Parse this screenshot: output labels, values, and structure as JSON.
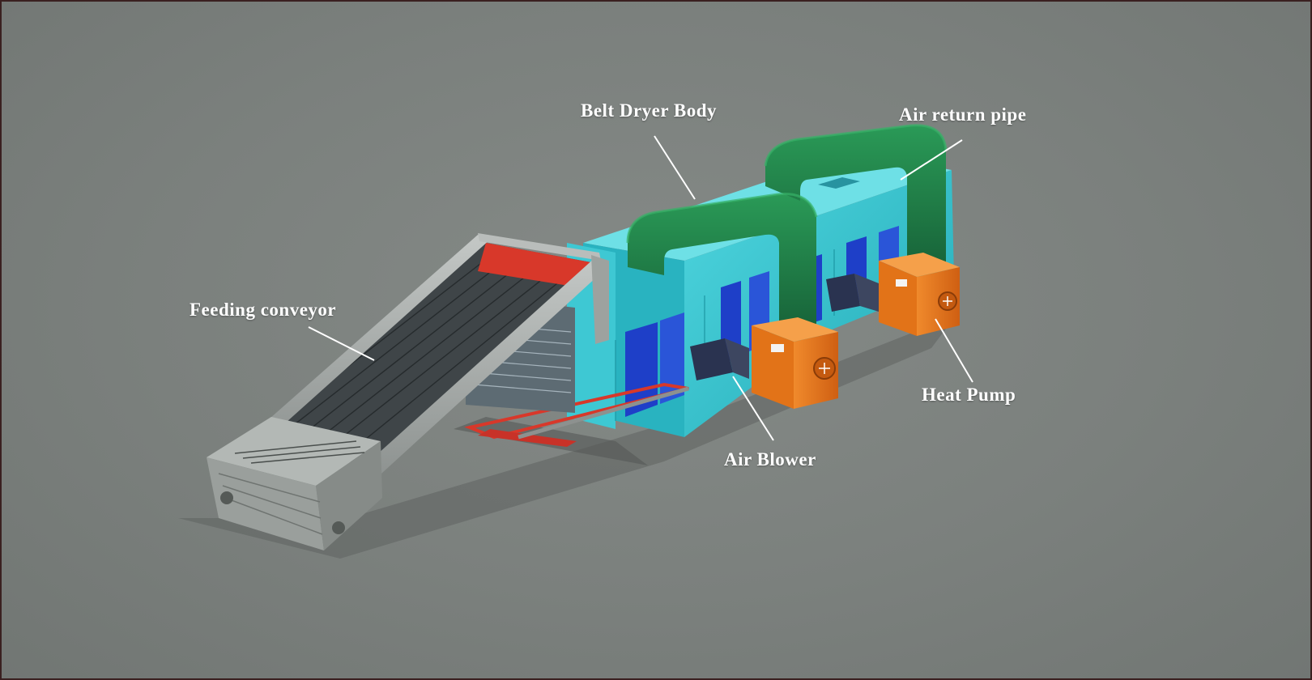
{
  "labels": {
    "belt_dryer_body": "Belt Dryer Body",
    "air_return_pipe": "Air return pipe",
    "feeding_conveyor": "Feeding conveyor",
    "heat_pump": "Heat Pump",
    "air_blower": "Air Blower"
  },
  "colors": {
    "background": "#7b807d",
    "dryer_body": "#33c4cf",
    "dryer_panel": "#1e3fc8",
    "return_pipe": "#1f7a45",
    "heat_pump": "#e8741c",
    "conveyor": "#a9aeab",
    "conveyor_accent": "#d8382a",
    "label_text": "#ffffff"
  }
}
